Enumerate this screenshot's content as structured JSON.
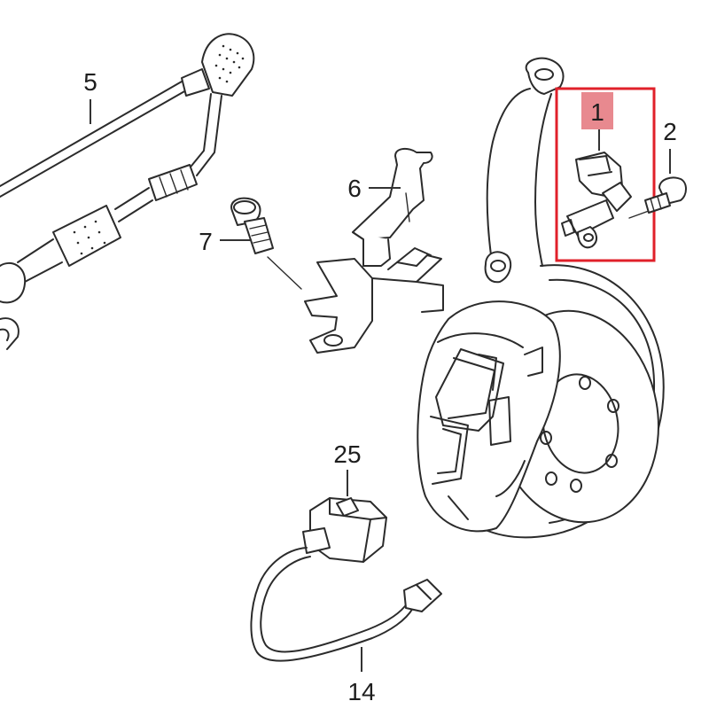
{
  "diagram": {
    "callouts": [
      {
        "id": "part-1",
        "label": "1"
      },
      {
        "id": "part-2",
        "label": "2"
      },
      {
        "id": "part-5",
        "label": "5"
      },
      {
        "id": "part-6",
        "label": "6"
      },
      {
        "id": "part-7",
        "label": "7"
      },
      {
        "id": "part-14",
        "label": "14"
      },
      {
        "id": "part-25",
        "label": "25"
      }
    ],
    "highlight": {
      "box_color": "#e0202a",
      "label_bg_color": "#e8898f"
    }
  }
}
